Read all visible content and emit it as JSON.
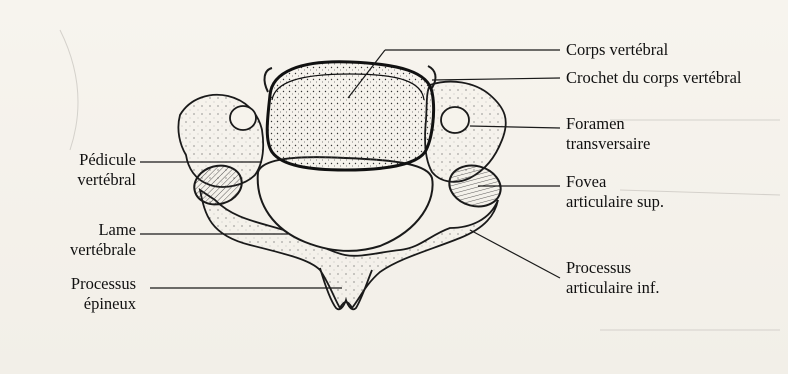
{
  "labels": {
    "corps_vertebral": "Corps vertébral",
    "crochet": "Crochet du corps vertébral",
    "foramen_line1": "Foramen",
    "foramen_line2": "transversaire",
    "fovea_line1": "Fovea",
    "fovea_line2": "articulaire sup.",
    "processus_art_line1": "Processus",
    "processus_art_line2": "articulaire inf.",
    "pedicule_line1": "Pédicule",
    "pedicule_line2": "vertébral",
    "lame_line1": "Lame",
    "lame_line2": "vertébrale",
    "epineux_line1": "Processus",
    "epineux_line2": "épineux"
  },
  "colors": {
    "background": "#f4f1ea",
    "ink": "#1a1a1a",
    "bleed_through": "#c9c6c0"
  }
}
